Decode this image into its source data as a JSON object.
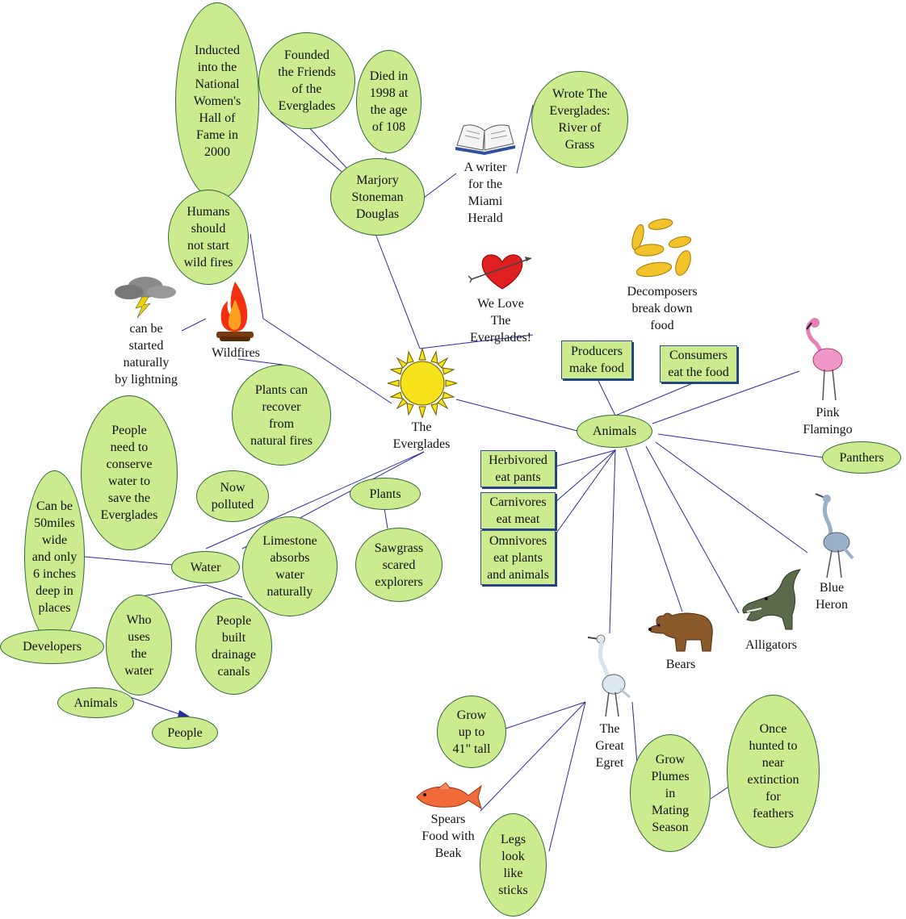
{
  "nodes": {
    "everglades": "The\nEverglades",
    "we_love": "We Love\nThe\nEverglades!",
    "marjory": "Marjory\nStoneman\nDouglas",
    "inducted": "Inducted\ninto the\nNational\nWomen's\nHall of\nFame in\n2000",
    "founded": "Founded\nthe Friends\nof the\nEverglades",
    "died": "Died in\n1998 at\nthe age\nof 108",
    "writer": "A writer\nfor the\nMiami\nHerald",
    "wrote": "Wrote The\nEverglades:\nRiver of\nGrass",
    "humans": "Humans\nshould\nnot start\nwild fires",
    "lightning": "can be\nstarted\nnaturally\nby lightning",
    "wildfires": "Wildfires",
    "plants_recover": "Plants can\nrecover\nfrom\nnatural fires",
    "conserve": "People\nneed to\nconserve\nwater to\nsave the\nEverglades",
    "now_polluted": "Now\npolluted",
    "plants": "Plants",
    "sawgrass": "Sawgrass\nscared\nexplorers",
    "wide": "Can be\n50miles\nwide\nand only\n6 inches\ndeep in\nplaces",
    "water": "Water",
    "limestone": "Limestone\nabsorbs\nwater\nnaturally",
    "developers": "Developers",
    "who_uses": "Who\nuses\nthe\nwater",
    "canals": "People\nbuilt\ndrainage\ncanals",
    "animals_small": "Animals",
    "people": "People",
    "decomposers": "Decomposers\nbreak down\nfood",
    "producers": "Producers\nmake food",
    "consumers": "Consumers\neat the food",
    "animals": "Animals",
    "herbivores": "Herbivored\neat pants",
    "carnivores": "Carnivores\neat meat",
    "omnivores": "Omnivores\neat plants\nand animals",
    "flamingo": "Pink\nFlamingo",
    "panthers": "Panthers",
    "blue_heron": "Blue\nHeron",
    "alligators": "Alligators",
    "bears": "Bears",
    "egret": "The\nGreat\nEgret",
    "grow": "Grow\nup to\n41\" tall",
    "spears": "Spears\nFood with\nBeak",
    "legs": "Legs\nlook\nlike\nsticks",
    "plumes": "Grow\nPlumes\nin\nMating\nSeason",
    "hunted": "Once\nhunted to\nnear\nextinction\nfor\nfeathers"
  },
  "colors": {
    "bubble_fill": "#ccea8e",
    "bubble_border": "#2f6b3a",
    "link_line": "#2a2aa0",
    "sun": "#f5e21a",
    "heart": "#e02020"
  },
  "icons": [
    "book-icon",
    "storm-cloud-icon",
    "campfire-icon",
    "heart-icon",
    "sun-icon",
    "seeds-icon",
    "flamingo-icon",
    "heron-icon",
    "alligator-icon",
    "bear-icon",
    "egret-icon",
    "fish-icon"
  ]
}
